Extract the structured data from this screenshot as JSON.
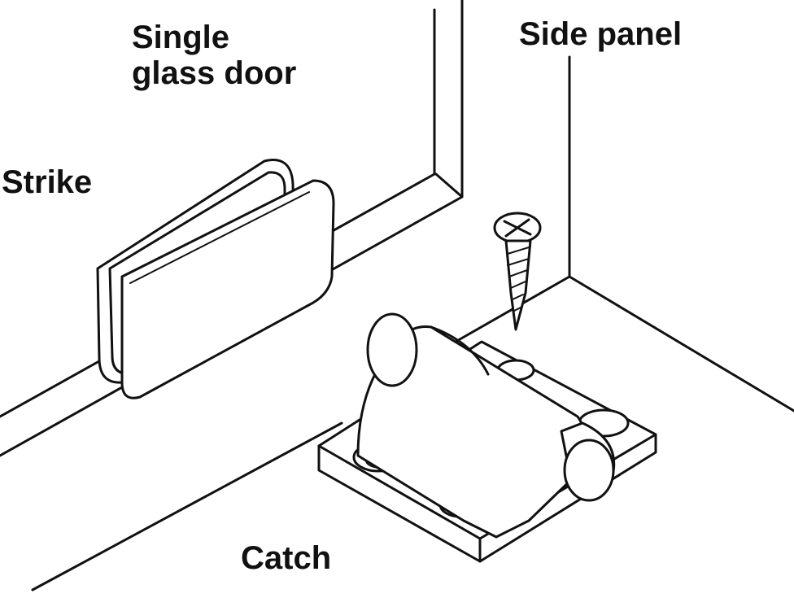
{
  "labels": {
    "door_line1": "Single",
    "door_line2": "glass door",
    "side_panel": "Side panel",
    "strike": "Strike",
    "catch": "Catch"
  },
  "colors": {
    "line": "#111111",
    "background": "#ffffff"
  }
}
